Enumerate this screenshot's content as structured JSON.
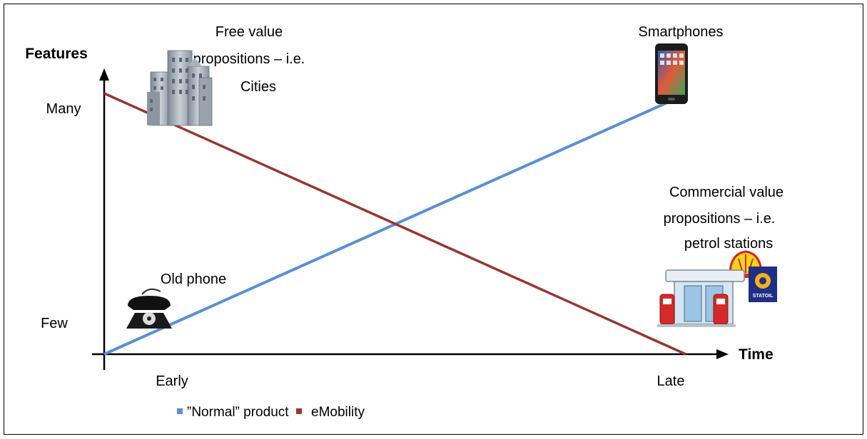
{
  "y_axis": {
    "title": "Features",
    "high_label": "Many",
    "low_label": "Few"
  },
  "x_axis": {
    "title": "Time",
    "early_label": "Early",
    "late_label": "Late"
  },
  "annotations": {
    "free_value": [
      "Free value",
      "propositions – i.e.",
      "Cities"
    ],
    "smartphones": "Smartphones",
    "commercial_value": [
      "Commercial value",
      "propositions – i.e.",
      "petrol stations"
    ],
    "old_phone": "Old phone",
    "statoil_logo": "STATOIL"
  },
  "series": [
    {
      "name": "”Normal” product",
      "color": "#5b8fd2",
      "trend": "increasing"
    },
    {
      "name": "eMobility",
      "color": "#953735",
      "trend": "decreasing"
    }
  ],
  "icons": {
    "cities": "city-buildings-icon",
    "smartphone": "smartphone-icon",
    "old_phone": "rotary-telephone-icon",
    "petrol_station": "petrol-station-icon",
    "shell": "shell-logo-icon",
    "statoil": "statoil-logo-icon"
  }
}
